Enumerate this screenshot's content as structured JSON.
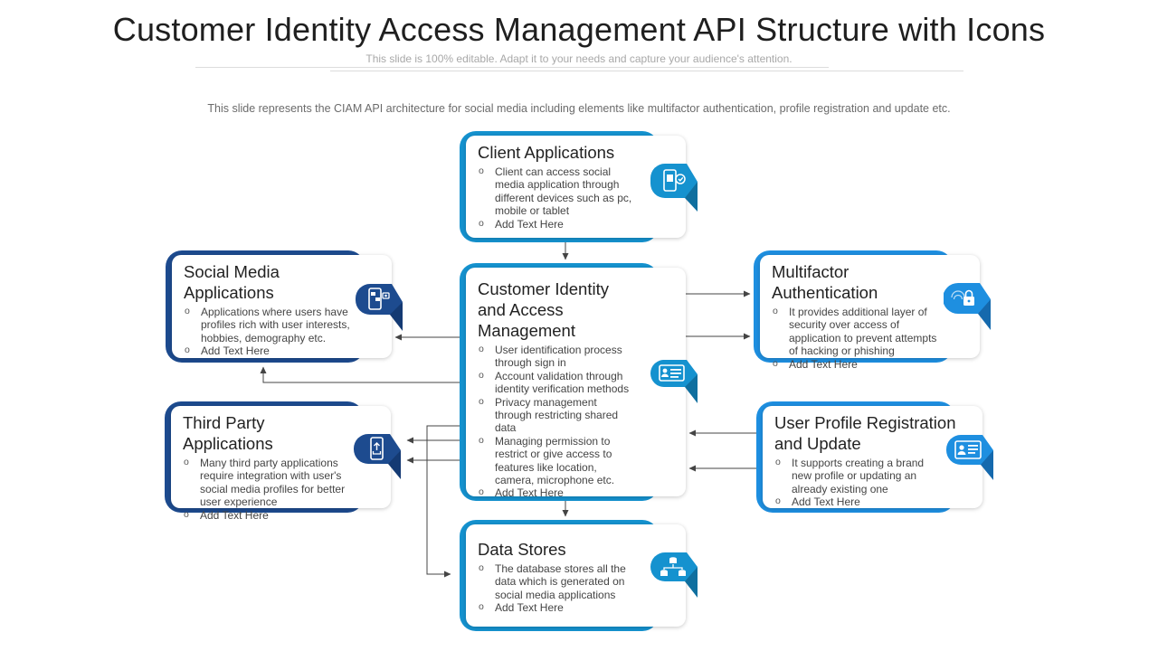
{
  "slide": {
    "title": "Customer Identity Access Management API Structure with Icons",
    "subtitle": "This slide is 100% editable. Adapt it to your needs and capture your audience's attention.",
    "description": "This slide represents the CIAM API architecture for social media including elements like multifactor authentication, profile registration and update etc."
  },
  "colors": {
    "navy": "#1d4b8f",
    "blue": "#1592cf",
    "azure": "#1e8fe0",
    "fold_navy": "#143a73",
    "fold_blue": "#0f6f9f",
    "fold_azure": "#1569ad",
    "connector": "#444444"
  },
  "nodes": {
    "client_applications": {
      "heading": "Client Applications",
      "bullets": [
        "Client can access social media application through different devices such as pc, mobile or tablet",
        "Add Text Here"
      ],
      "icon": "mobile-device-icon"
    },
    "social_media_applications": {
      "heading": "Social Media Applications",
      "bullets": [
        "Applications where users have profiles rich with user interests, hobbies, demography etc.",
        "Add Text Here"
      ],
      "icon": "social-apps-icon"
    },
    "ciam": {
      "heading": "Customer Identity and Access Management",
      "bullets": [
        "User identification process through sign in",
        "Account validation through identity verification methods",
        "Privacy management through restricting shared data",
        "Managing permission to restrict or give access to features like location, camera, microphone etc.",
        "Add Text Here"
      ],
      "icon": "id-card-icon"
    },
    "multifactor_authentication": {
      "heading": "Multifactor Authentication",
      "bullets": [
        "It provides additional layer of security over access of application to prevent attempts of hacking or phishing",
        "Add Text Here"
      ],
      "icon": "fingerprint-lock-icon"
    },
    "third_party_applications": {
      "heading": "Third Party Applications",
      "bullets": [
        "Many third party applications require integration with user's social media profiles for better user experience",
        "Add Text Here"
      ],
      "icon": "phone-share-icon"
    },
    "user_profile_registration": {
      "heading": "User Profile Registration and Update",
      "bullets": [
        "It supports creating a brand new profile or updating an already existing one",
        "Add Text Here"
      ],
      "icon": "profile-card-icon"
    },
    "data_stores": {
      "heading": "Data Stores",
      "bullets": [
        "The database stores all the data which is generated on social media applications",
        "Add Text Here"
      ],
      "icon": "database-network-icon"
    }
  }
}
